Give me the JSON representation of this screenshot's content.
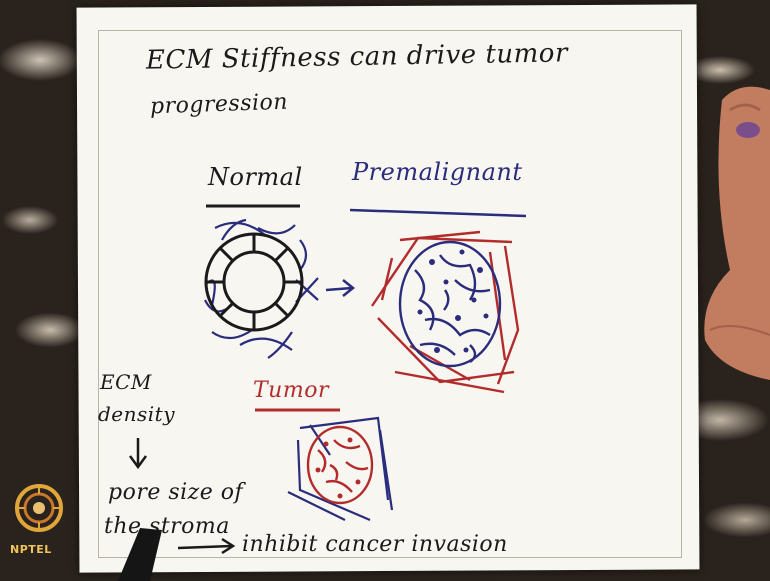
{
  "notes": {
    "title_line1": "ECM Stiffness can drive tumor",
    "title_line2": "progression",
    "normal_label": "Normal",
    "premalignant_label": "Premalignant",
    "tumor_label": "Tumor",
    "ecm_line1": "ECM",
    "ecm_line2": "density",
    "pore_line1": "pore size of",
    "pore_line2": "the stroma",
    "inhibit_text": "inhibit cancer invasion"
  },
  "logo": {
    "text": "NPTEL"
  },
  "colors": {
    "black_ink": "#1b1a1a",
    "blue_ink": "#2a2c7c",
    "red_ink": "#b32c2c",
    "paper": "#f8f6f1"
  }
}
